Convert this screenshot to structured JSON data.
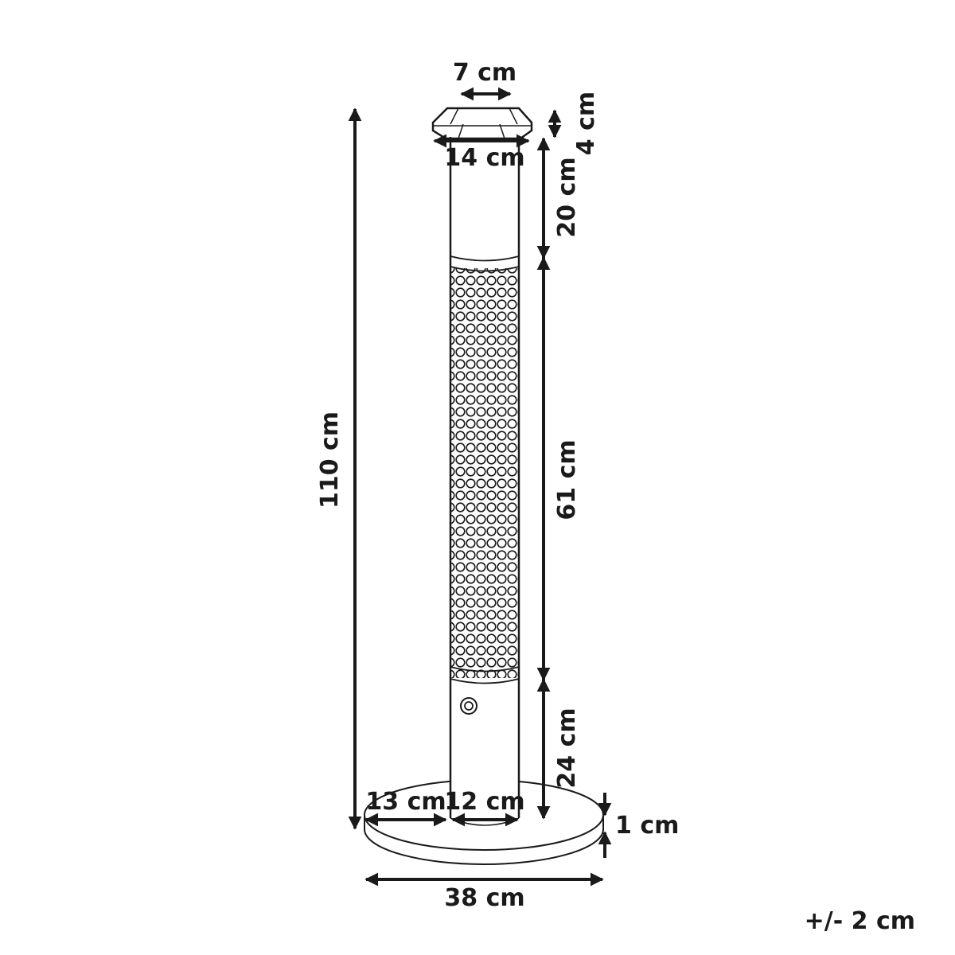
{
  "labels": {
    "top_width": "7 cm",
    "cap_height": "4 cm",
    "cap_width": "14 cm",
    "upper_section": "20 cm",
    "total_height": "110 cm",
    "heater_section": "61 cm",
    "lower_section": "24 cm",
    "base_offset": "13 cm",
    "tube_width": "12 cm",
    "base_thickness": "1 cm",
    "base_width": "38 cm",
    "tolerance": "+/- 2 cm"
  },
  "colors": {
    "line": "#1a1a1a",
    "background": "#ffffff"
  }
}
